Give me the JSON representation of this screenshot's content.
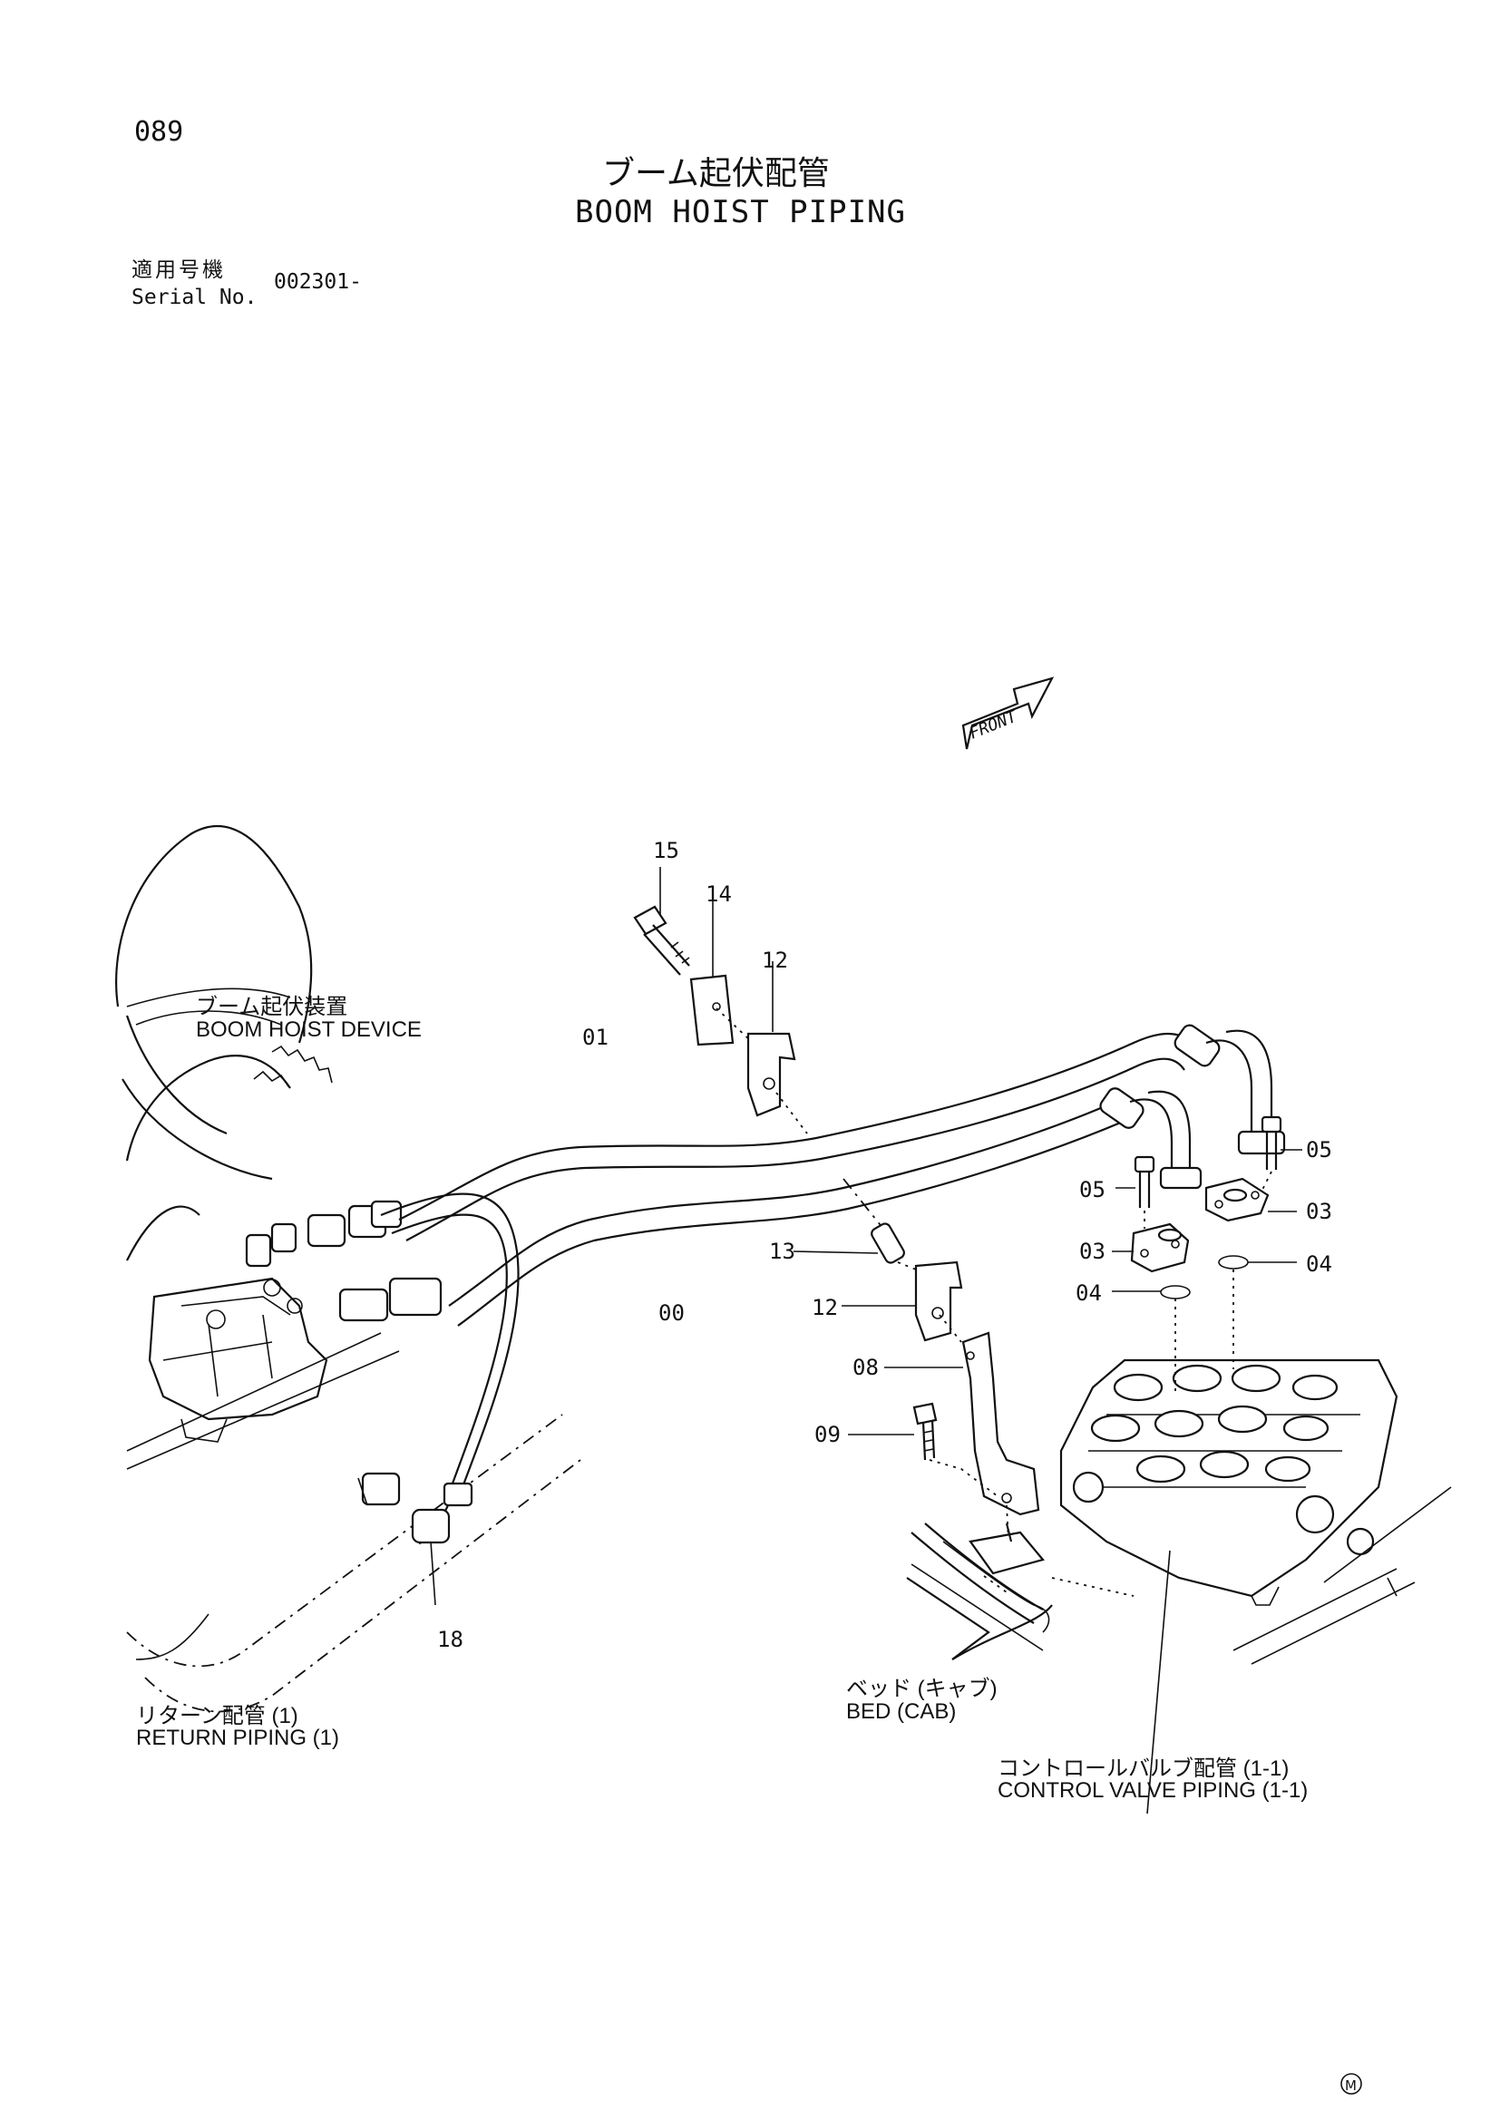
{
  "header": {
    "page_number": "089",
    "title_jp": "ブーム起伏配管",
    "title_en": "BOOM HOIST PIPING",
    "serial_label_jp": "適用号機",
    "serial_label_en": "Serial No.",
    "serial_value": "002301-"
  },
  "orientation": {
    "front_label": "FRONT"
  },
  "callouts": {
    "boom_hoist_device_jp": "ブーム起伏装置",
    "boom_hoist_device_en": "BOOM HOIST DEVICE",
    "return_piping_jp": "リターン配管 (1)",
    "return_piping_en": "RETURN PIPING (1)",
    "bed_jp": "ベッド (キャブ)",
    "bed_en": "BED (CAB)",
    "control_valve_jp": "コントロールバルブ配管 (1-1)",
    "control_valve_en": "CONTROL VALVE PIPING (1-1)"
  },
  "part_numbers": {
    "p15": "15",
    "p14": "14",
    "p12a": "12",
    "p01": "01",
    "p00": "00",
    "p13": "13",
    "p12b": "12",
    "p08": "08",
    "p09": "09",
    "p18": "18",
    "p05a": "05",
    "p05b": "05",
    "p03a": "03",
    "p03b": "03",
    "p04a": "04",
    "p04b": "04"
  },
  "footer": {
    "mark": "M"
  }
}
